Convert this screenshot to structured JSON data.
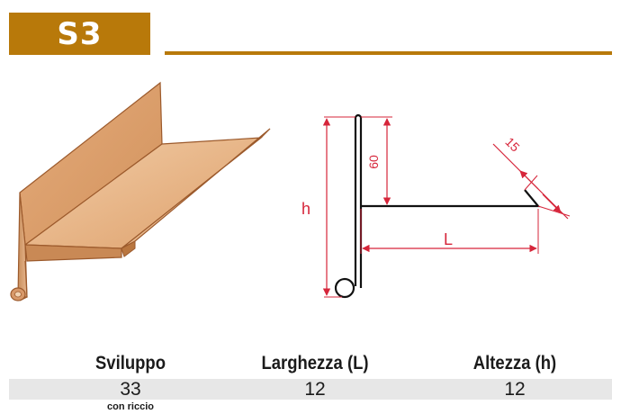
{
  "product": {
    "code": "S3"
  },
  "colors": {
    "accent": "#b8790a",
    "dimension": "#d6253a",
    "profile_fill": "#dea070",
    "profile_stroke": "#9c5a2c",
    "band": "#e7e7e7"
  },
  "dimension_labels": {
    "h": "h",
    "top_height": "60",
    "L": "L",
    "edge": "15"
  },
  "specs": {
    "sviluppo": {
      "label": "Sviluppo",
      "value": "33",
      "note": "con riccio"
    },
    "larghezza": {
      "label": "Larghezza (L)",
      "value": "12"
    },
    "altezza": {
      "label": "Altezza (h)",
      "value": "12"
    }
  }
}
